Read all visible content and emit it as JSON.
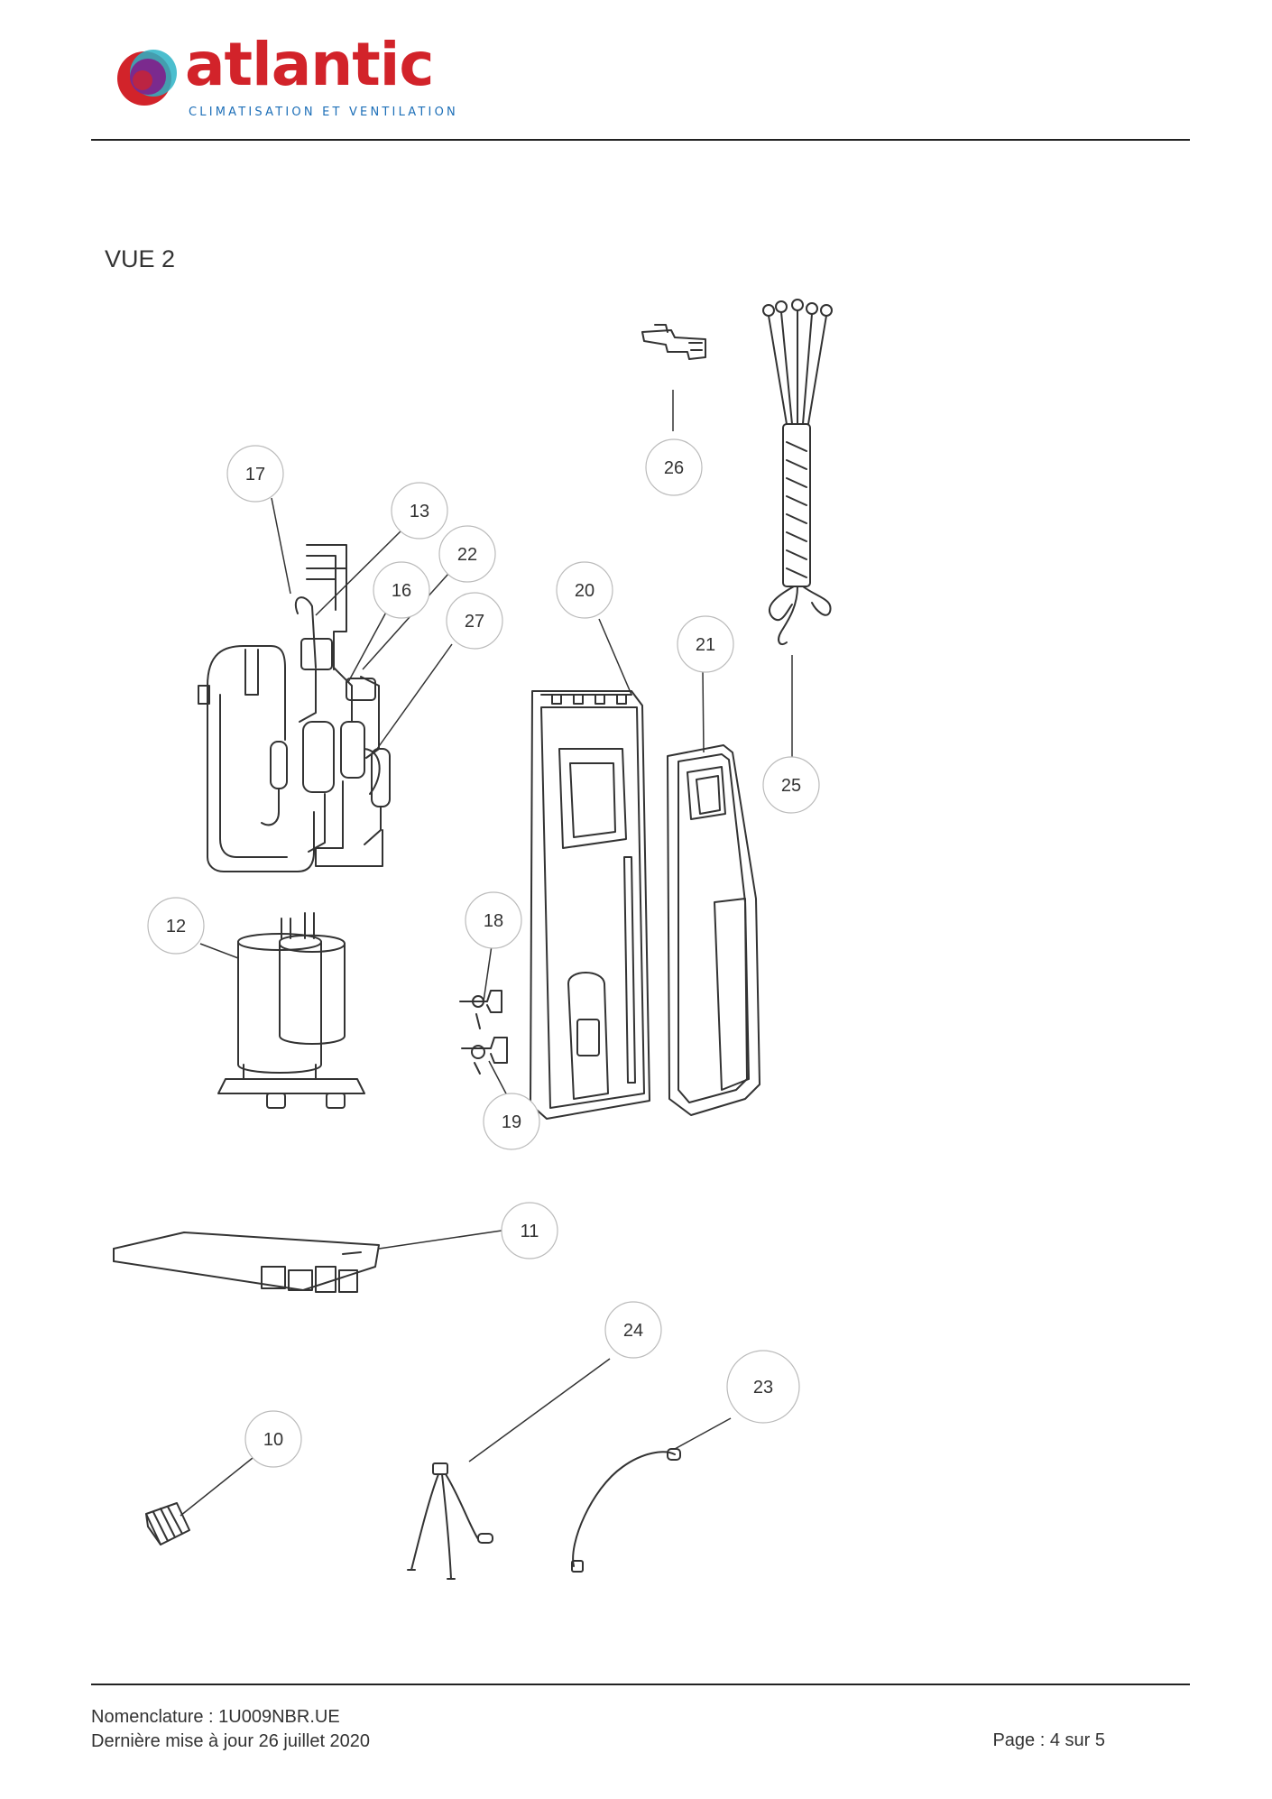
{
  "brand": {
    "name": "atlantic",
    "tagline": "CLIMATISATION ET VENTILATION",
    "colors": {
      "red": "#d2232a",
      "purple": "#7b2a8e",
      "blue": "#1d6fb8",
      "teal": "#2bb3c6"
    }
  },
  "view_title": "VUE 2",
  "callouts": [
    {
      "id": "10",
      "label": "10"
    },
    {
      "id": "11",
      "label": "11"
    },
    {
      "id": "12",
      "label": "12"
    },
    {
      "id": "13",
      "label": "13"
    },
    {
      "id": "16",
      "label": "16"
    },
    {
      "id": "17",
      "label": "17"
    },
    {
      "id": "18",
      "label": "18"
    },
    {
      "id": "19",
      "label": "19"
    },
    {
      "id": "20",
      "label": "20"
    },
    {
      "id": "21",
      "label": "21"
    },
    {
      "id": "22",
      "label": "22"
    },
    {
      "id": "23",
      "label": "23"
    },
    {
      "id": "24",
      "label": "24"
    },
    {
      "id": "25",
      "label": "25"
    },
    {
      "id": "26",
      "label": "26"
    },
    {
      "id": "27",
      "label": "27"
    }
  ],
  "footer": {
    "nomenclature": "Nomenclature : 1U009NBR.UE",
    "updated": "Dernière mise à jour 26 juillet 2020",
    "page": "Page : 4 sur 5"
  }
}
